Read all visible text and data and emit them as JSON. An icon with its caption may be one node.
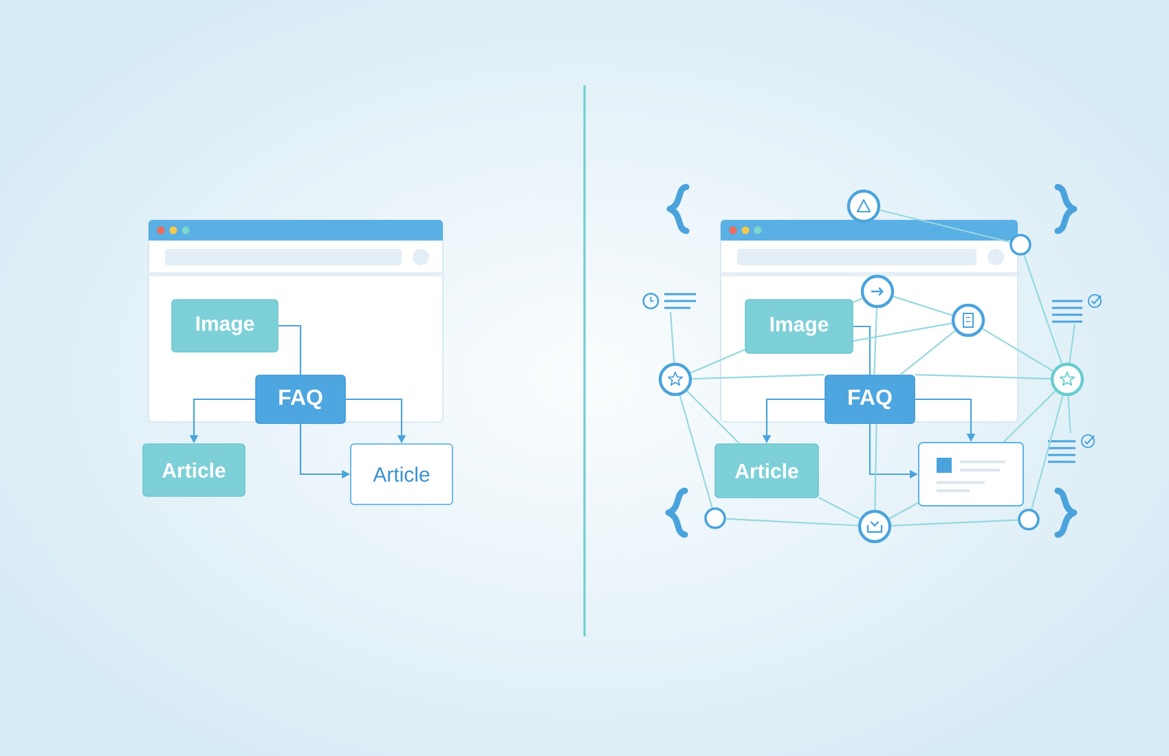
{
  "diagram": {
    "nodes": [
      {
        "text": [
          "Image"
        ]
      },
      {
        "text": [
          "FAQ"
        ]
      },
      {
        "text": [
          "Article"
        ]
      },
      {
        "text": [
          "Article"
        ]
      },
      {
        "text": [],
        "shape": "circle"
      },
      {
        "text": [],
        "shape": "circle"
      },
      {
        "text": [],
        "shape": "circle"
      },
      {
        "text": [],
        "shape": "picture"
      },
      {
        "text": [],
        "shape": "picture"
      },
      {
        "text": [],
        "shape": "circle"
      },
      {
        "text": [
          "Image"
        ]
      },
      {
        "text": [],
        "shape": "circle"
      },
      {
        "text": [],
        "shape": "circle"
      },
      {
        "text": [
          "FAQ"
        ]
      },
      {
        "text": [
          "Article"
        ]
      },
      {
        "text": [],
        "shape": "box"
      },
      {
        "text": [],
        "shape": "picture"
      },
      {
        "text": [],
        "shape": "circle"
      },
      {
        "text": [],
        "shape": "circle"
      },
      {
        "text": [],
        "shape": "circle"
      }
    ],
    "edges": [
      {
        "from": 0,
        "to": 1,
        "arrow": "none",
        "color": "#4aa3dc"
      },
      {
        "from": 1,
        "to": 2,
        "arrow": "to",
        "color": "#4aa3dc"
      },
      {
        "from": 1,
        "to": 3,
        "arrow": "to",
        "color": "#4aa3dc"
      },
      {
        "from": 1,
        "to": 3,
        "arrow": "to",
        "color": "#4aa3dc"
      },
      {
        "from": 10,
        "to": 13,
        "arrow": "none",
        "color": "#4aa3dc"
      },
      {
        "from": 13,
        "to": 14,
        "arrow": "to",
        "color": "#4aa3dc"
      },
      {
        "from": 13,
        "to": 15,
        "arrow": "to",
        "color": "#4aa3dc"
      },
      {
        "from": 13,
        "to": 15,
        "arrow": "to",
        "color": "#4aa3dc"
      },
      {
        "from": 7,
        "to": 11,
        "arrow": "none"
      },
      {
        "from": 11,
        "to": 10,
        "arrow": "none"
      },
      {
        "from": 11,
        "to": 13,
        "arrow": "none"
      },
      {
        "from": 11,
        "to": 14,
        "arrow": "none"
      },
      {
        "from": 11,
        "to": 17,
        "arrow": "none"
      },
      {
        "from": 6,
        "to": 10,
        "arrow": "none"
      },
      {
        "from": 6,
        "to": 9,
        "arrow": "none"
      },
      {
        "from": 6,
        "to": 13,
        "arrow": "none"
      },
      {
        "from": 9,
        "to": 10,
        "arrow": "none"
      },
      {
        "from": 9,
        "to": 13,
        "arrow": "none"
      },
      {
        "from": 9,
        "to": 12,
        "arrow": "none"
      },
      {
        "from": 4,
        "to": 5,
        "arrow": "none"
      },
      {
        "from": 5,
        "to": 12,
        "arrow": "none"
      },
      {
        "from": 12,
        "to": 8,
        "arrow": "none"
      },
      {
        "from": 12,
        "to": 16,
        "arrow": "none"
      },
      {
        "from": 12,
        "to": 13,
        "arrow": "none"
      },
      {
        "from": 12,
        "to": 15,
        "arrow": "none"
      },
      {
        "from": 12,
        "to": 18,
        "arrow": "none"
      },
      {
        "from": 19,
        "to": 14,
        "arrow": "none"
      },
      {
        "from": 19,
        "to": 15,
        "arrow": "none"
      },
      {
        "from": 19,
        "to": 17,
        "arrow": "none"
      },
      {
        "from": 19,
        "to": 18,
        "arrow": "none"
      },
      {
        "from": 19,
        "to": 13,
        "arrow": "none"
      }
    ]
  }
}
